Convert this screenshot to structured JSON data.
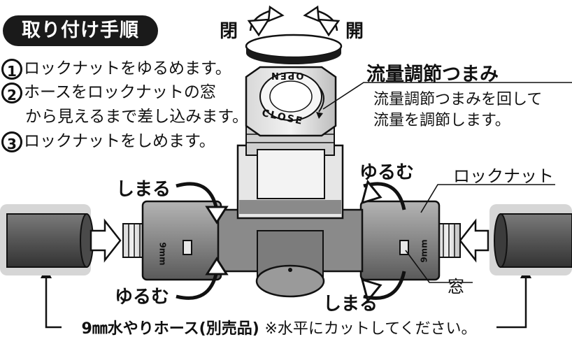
{
  "header": {
    "badge": "取り付け手順",
    "steps": [
      {
        "num": "1",
        "text": "ロックナットをゆるめます。"
      },
      {
        "num": "2",
        "text": "ホースをロックナットの窓"
      },
      {
        "num": "",
        "text": "から見えるまで差し込みます。"
      },
      {
        "num": "3",
        "text": "ロックナットをしめます。"
      }
    ]
  },
  "valve": {
    "close_label": "閉",
    "open_label": "開",
    "knob_text_open": "OPEN",
    "knob_text_close": "CLOSE",
    "knob_title": "流量調節つまみ",
    "knob_desc_line1": "流量調節つまみを回して",
    "knob_desc_line2": "流量を調節します。"
  },
  "nut": {
    "left_top": "しまる",
    "left_bottom": "ゆるむ",
    "right_top": "ゆるむ",
    "right_bottom": "しまる",
    "lock_nut_label": "ロックナット",
    "window_label": "窓",
    "size_mark": "9mm"
  },
  "footer": {
    "hose_label": "9㎜水やりホース(別売品)",
    "note": "※水平にカットしてください。"
  },
  "colors": {
    "dark": "#1a1a1a",
    "body_gray": "#8f8f8f",
    "light_gray": "#cfcfcf",
    "hose_gray": "#5c5c5c"
  }
}
